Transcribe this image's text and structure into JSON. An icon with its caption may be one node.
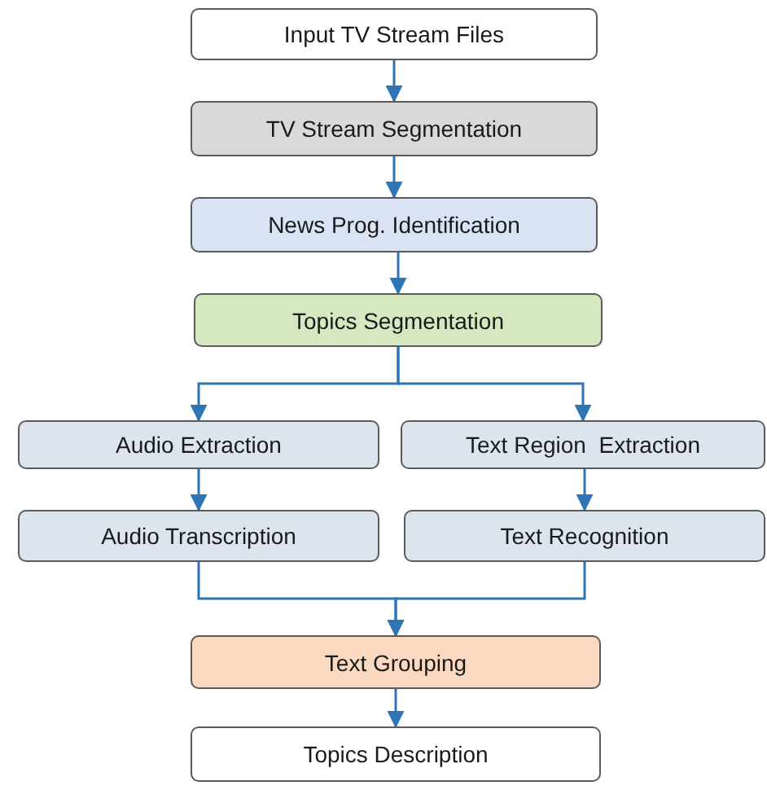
{
  "diagram": {
    "nodes": [
      {
        "text": [
          "Input TV Stream Files"
        ]
      },
      {
        "text": [
          "TV Stream Segmentation"
        ]
      },
      {
        "text": [
          "News Prog. Identification"
        ]
      },
      {
        "text": [
          "Topics Segmentation"
        ]
      },
      {
        "text": [
          "Audio Extraction"
        ]
      },
      {
        "text": [
          "Text Region  Extraction"
        ]
      },
      {
        "text": [
          "Audio Transcription"
        ]
      },
      {
        "text": [
          "Text Recognition"
        ]
      },
      {
        "text": [
          "Text Grouping"
        ]
      },
      {
        "text": [
          "Topics Description"
        ]
      }
    ],
    "edges": [
      {
        "from": 0,
        "to": 1,
        "arrow": "to"
      },
      {
        "from": 1,
        "to": 2,
        "arrow": "to"
      },
      {
        "from": 2,
        "to": 3,
        "arrow": "to"
      },
      {
        "from": 3,
        "to": 4,
        "arrow": "to"
      },
      {
        "from": 3,
        "to": 5,
        "arrow": "to"
      },
      {
        "from": 4,
        "to": 6,
        "arrow": "to"
      },
      {
        "from": 5,
        "to": 7,
        "arrow": "to"
      },
      {
        "from": 6,
        "to": 8,
        "arrow": "to"
      },
      {
        "from": 7,
        "to": 8,
        "arrow": "to"
      },
      {
        "from": 8,
        "to": 9,
        "arrow": "to"
      }
    ]
  }
}
